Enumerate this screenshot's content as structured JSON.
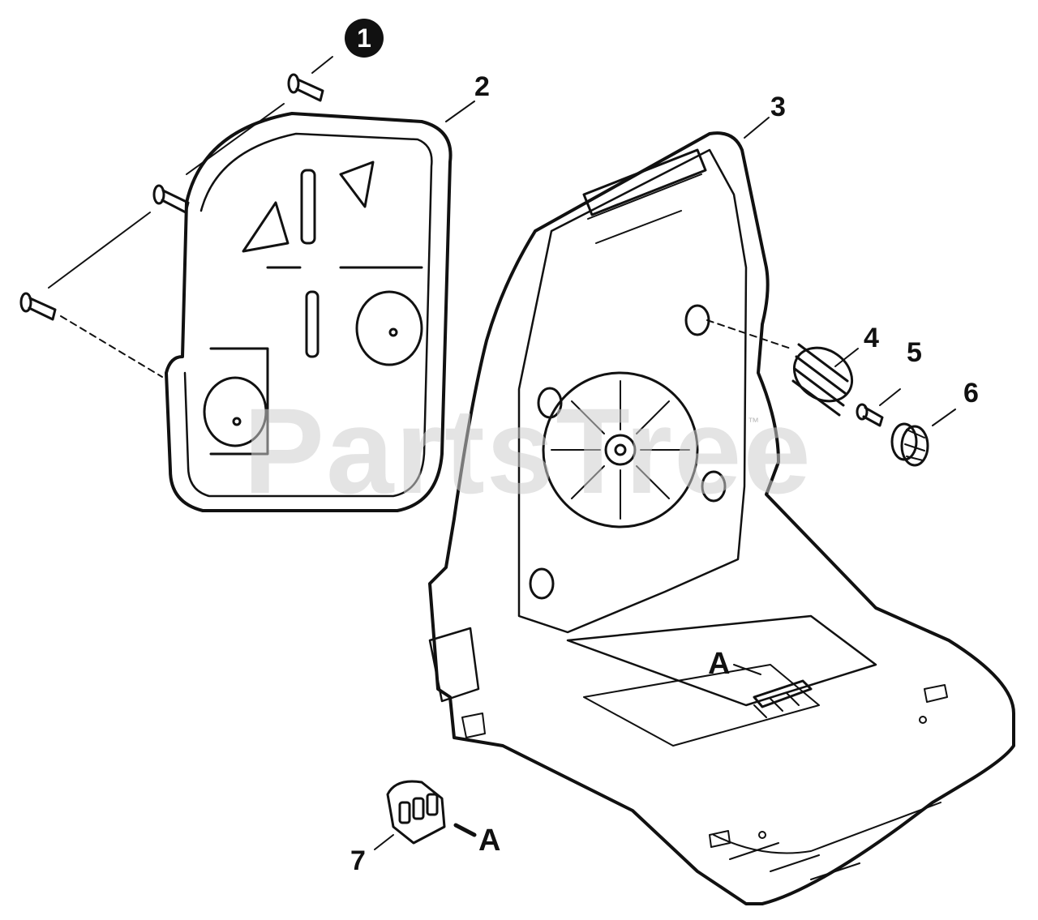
{
  "watermark": "PartsTree",
  "trademark": "™",
  "callouts": {
    "c1": "1",
    "c2": "2",
    "c3": "3",
    "c4": "4",
    "c5": "5",
    "c6": "6",
    "c7": "7",
    "a_top": "A",
    "a_bottom": "A"
  },
  "parts": [
    {
      "id": "1",
      "name": "screw"
    },
    {
      "id": "2",
      "name": "cover plate"
    },
    {
      "id": "3",
      "name": "backpack frame"
    },
    {
      "id": "4",
      "name": "spring"
    },
    {
      "id": "5",
      "name": "screw"
    },
    {
      "id": "6",
      "name": "grommet"
    },
    {
      "id": "7",
      "name": "clip"
    }
  ]
}
